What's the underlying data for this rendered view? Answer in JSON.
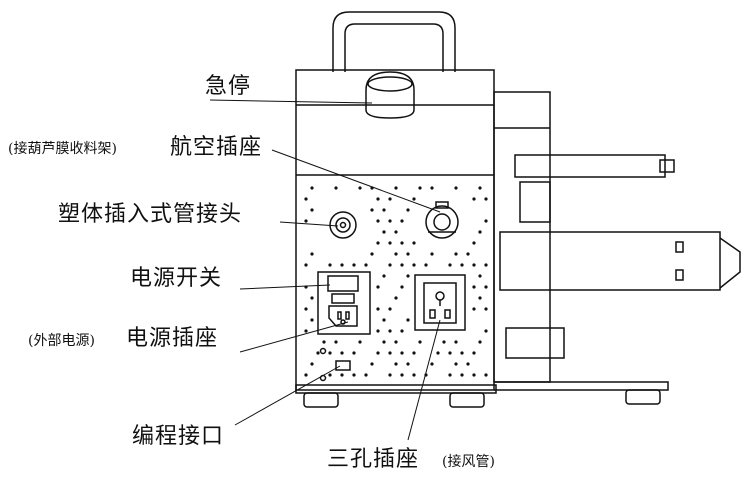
{
  "labels": {
    "emergency_stop": "急停",
    "aviation_socket_note": "(接葫芦膜收料架)",
    "aviation_socket": "航空插座",
    "plastic_connector": "塑体插入式管接头",
    "power_switch": "电源开关",
    "power_socket_note": "(外部电源)",
    "power_socket": "电源插座",
    "programming_port": "编程接口",
    "three_hole_socket": "三孔插座",
    "three_hole_socket_note": "(接风管)"
  },
  "colors": {
    "line": "#111111",
    "background": "#ffffff"
  }
}
